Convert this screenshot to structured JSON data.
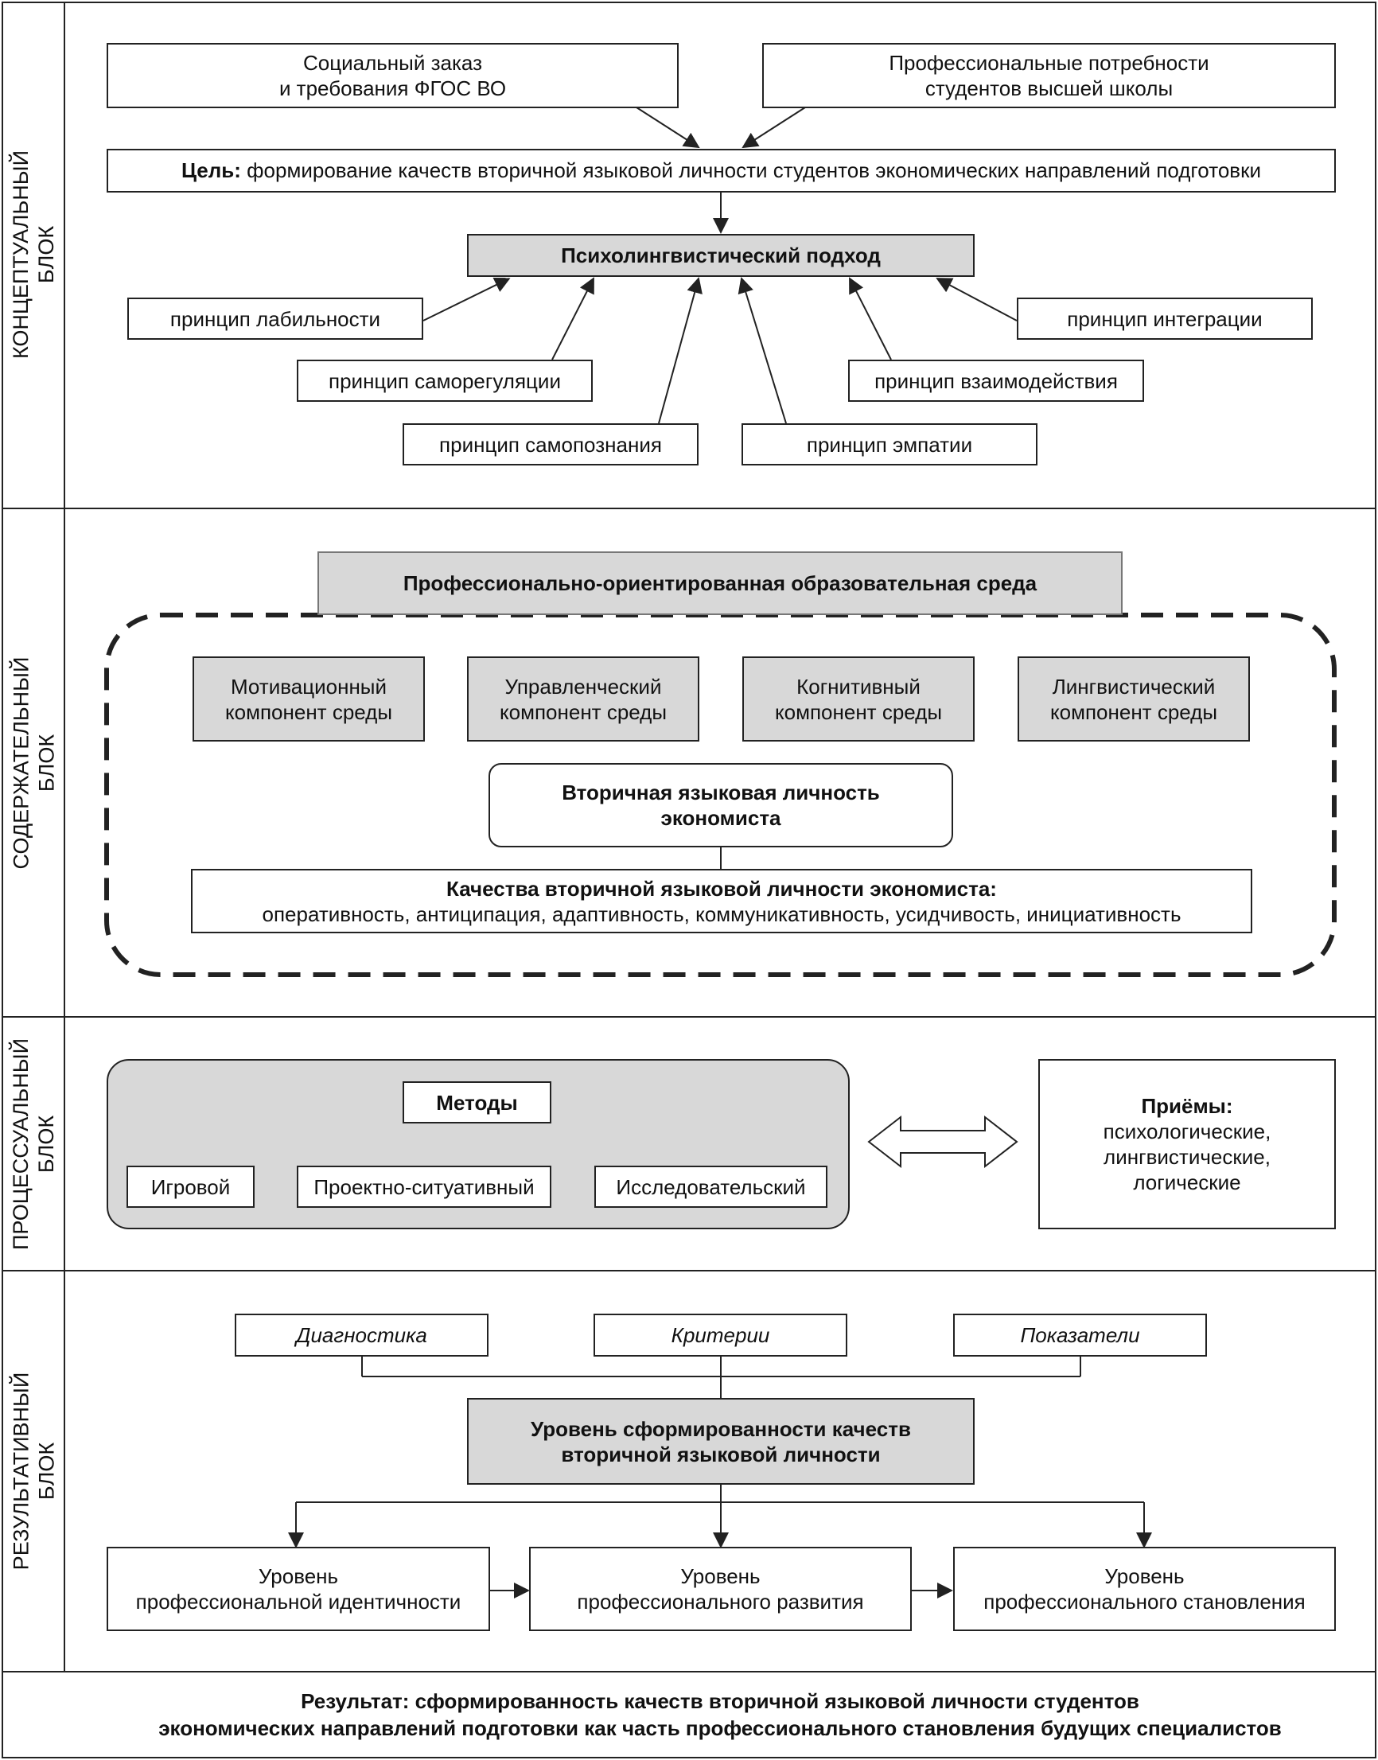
{
  "blocks": {
    "conceptual": [
      "КОНЦЕПТУАЛЬНЫЙ",
      "БЛОК"
    ],
    "content": [
      "СОДЕРЖАТЕЛЬНЫЙ",
      "БЛОК"
    ],
    "procedural": [
      "ПРОЦЕССУАЛЬНЫЙ",
      "БЛОК"
    ],
    "resultative": [
      "РЕЗУЛЬТАТИВНЫЙ",
      "БЛОК"
    ]
  },
  "conceptual": {
    "social_order": [
      "Социальный заказ",
      "и требования ФГОС ВО"
    ],
    "student_needs": [
      "Профессиональные потребности",
      "студентов высшей школы"
    ],
    "goal_label": "Цель:",
    "goal_text": " формирование качеств вторичной языковой личности студентов экономических направлений подготовки",
    "approach": "Психолингвистический подход",
    "principles": {
      "lability": "принцип лабильности",
      "self_regulation": "принцип саморегуляции",
      "self_knowledge": "принцип самопознания",
      "empathy": "принцип эмпатии",
      "interaction": "принцип взаимодействия",
      "integration": "принцип интеграции"
    }
  },
  "content": {
    "environment": "Профессионально-ориентированная образовательная среда",
    "components": [
      [
        "Мотивационный",
        "компонент среды"
      ],
      [
        "Управленческий",
        "компонент среды"
      ],
      [
        "Когнитивный",
        "компонент среды"
      ],
      [
        "Лингвистический",
        "компонент среды"
      ]
    ],
    "secondary_personality": [
      "Вторичная языковая личность",
      "экономиста"
    ],
    "qualities_title": "Качества вторичной языковой личности экономиста:",
    "qualities_list": "оперативность, антиципация, адаптивность, коммуникативность, усидчивость, инициативность"
  },
  "procedural": {
    "methods": "Методы",
    "method_items": [
      "Игровой",
      "Проектно-ситуативный",
      "Исследовательский"
    ],
    "techniques_title": "Приёмы:",
    "techniques": [
      "психологические,",
      "лингвистические,",
      "логические"
    ]
  },
  "resultative": {
    "diagnostics": "Диагностика",
    "criteria": "Критерии",
    "indicators": "Показатели",
    "level_formed": [
      "Уровень сформированности качеств",
      "вторичной языковой личности"
    ],
    "levels": [
      [
        "Уровень",
        "профессиональной идентичности"
      ],
      [
        "Уровень",
        "профессионального развития"
      ],
      [
        "Уровень",
        "профессионального становления"
      ]
    ]
  },
  "result": {
    "label": "Результат",
    "line1": ": сформированность качеств вторичной языковой личности студентов",
    "line2": "экономических направлений подготовки как часть профессионального становления будущих специалистов"
  }
}
